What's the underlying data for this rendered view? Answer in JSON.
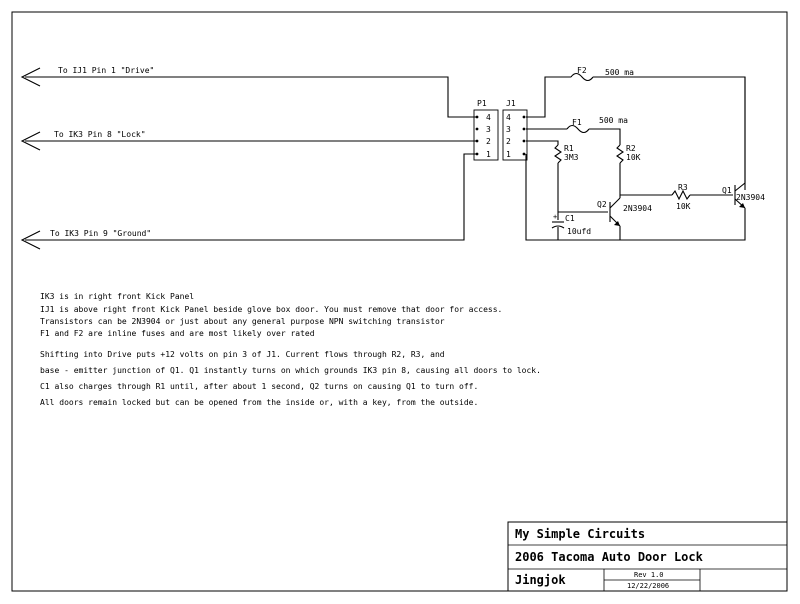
{
  "connectors": {
    "p1": {
      "label": "P1",
      "pins": [
        "4",
        "3",
        "2",
        "1"
      ]
    },
    "j1": {
      "label": "J1",
      "pins": [
        "4",
        "3",
        "2",
        "1"
      ]
    }
  },
  "wires": {
    "drive": "To IJ1  Pin 1  \"Drive\"",
    "lock": "To IK3  Pin 8  \"Lock\"",
    "ground": "To IK3  Pin 9  \"Ground\""
  },
  "components": {
    "f2": {
      "ref": "F2",
      "value": "500 ma"
    },
    "f1": {
      "ref": "F1",
      "value": "500 ma"
    },
    "r1": {
      "ref": "R1",
      "value": "3M3"
    },
    "r2": {
      "ref": "R2",
      "value": "10K"
    },
    "r3": {
      "ref": "R3",
      "value": "10K"
    },
    "c1": {
      "ref": "C1",
      "value": "10ufd"
    },
    "q1": {
      "ref": "Q1",
      "value": "2N3904"
    },
    "q2": {
      "ref": "Q2",
      "value": "2N3904"
    }
  },
  "notes": {
    "n1": "IK3 is in right front Kick Panel",
    "n2": "IJ1 is above right front Kick Panel beside glove box door.  You must remove that door for access.",
    "n3": "Transistors can be 2N3904 or just about any general purpose NPN switching transistor",
    "n4": "F1 and F2 are inline fuses and are most likely over rated",
    "n5": "Shifting into Drive puts +12 volts on pin 3 of J1.  Current flows through R2, R3,  and",
    "n6": "base - emitter junction of Q1.  Q1 instantly turns on which grounds IK3 pin 8, causing all doors to lock.",
    "n7": "C1 also charges through R1 until, after about 1 second, Q2 turns on causing Q1 to turn off.",
    "n8": "All doors remain locked but can be opened from the inside or, with a key, from the outside."
  },
  "title_block": {
    "company": "My Simple Circuits",
    "title": "2006 Tacoma Auto Door Lock",
    "author": "Jingjok",
    "rev": "Rev 1.0",
    "date": "12/22/2006"
  }
}
